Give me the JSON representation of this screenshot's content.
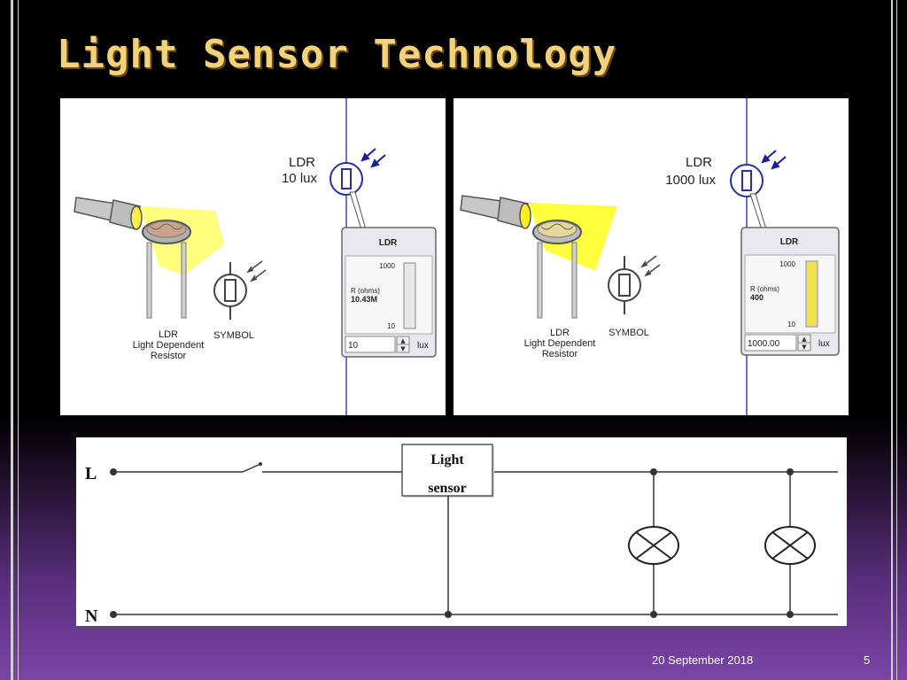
{
  "slide": {
    "title": "Light Sensor Technology",
    "date": "20 September 2018",
    "page_number": "5"
  },
  "panels": [
    {
      "ldr_label": "LDR",
      "lux_label": "10 lux",
      "component_label_1": "LDR",
      "component_label_2": "Light Dependent",
      "component_label_3": "Resistor",
      "symbol_label": "SYMBOL",
      "meter": {
        "title": "LDR",
        "scale_max": "1000",
        "scale_min": "10",
        "resistance_label": "R (ohms)",
        "resistance_value": "10.43M",
        "input_value": "10",
        "unit": "lux",
        "fill_fraction": 0.0
      }
    },
    {
      "ldr_label": "LDR",
      "lux_label": "1000 lux",
      "component_label_1": "LDR",
      "component_label_2": "Light Dependent",
      "component_label_3": "Resistor",
      "symbol_label": "SYMBOL",
      "meter": {
        "title": "LDR",
        "scale_max": "1000",
        "scale_min": "10",
        "resistance_label": "R (ohms)",
        "resistance_value": "400",
        "input_value": "1000.00",
        "unit": "lux",
        "fill_fraction": 1.0
      }
    }
  ],
  "circuit": {
    "line_label": "L",
    "neutral_label": "N",
    "sensor_label_1": "Light",
    "sensor_label_2": "sensor"
  },
  "colors": {
    "title": "#f2d27a",
    "light_beam": "#ffff66",
    "meter_fill": "#f2e24a",
    "wire_blue": "#6f73c9",
    "arrow_blue": "#1b1f9a"
  }
}
